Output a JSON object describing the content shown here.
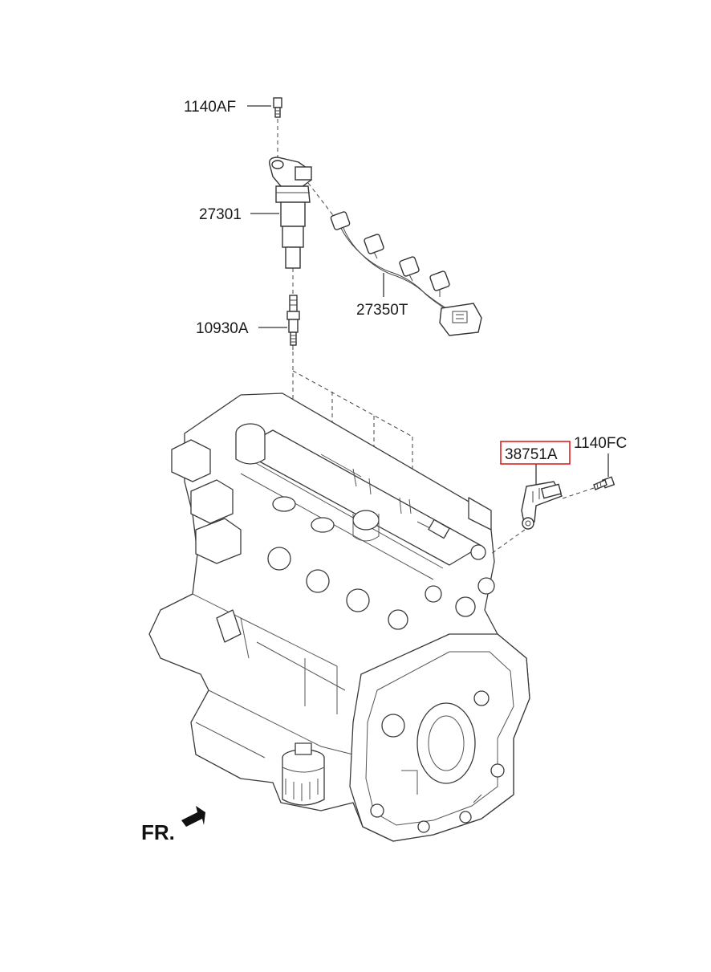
{
  "diagram": {
    "labels": {
      "bolt_top": "1140AF",
      "ignition_coil": "27301",
      "wiring_harness": "27350T",
      "spark_plug": "10930A",
      "sensor": "38751A",
      "bolt_sensor": "1140FC"
    },
    "highlighted_label": "38751A",
    "highlight_color": "#e02020",
    "orientation_text": "FR."
  }
}
